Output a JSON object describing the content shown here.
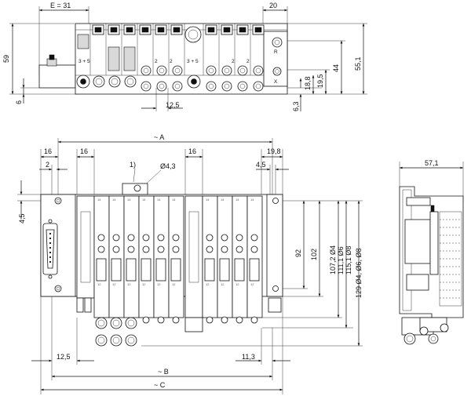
{
  "drawing": {
    "label_e31": "E = 31",
    "label_20": "20",
    "label_59": "59",
    "label_6": "6",
    "label_44": "44",
    "label_55_1": "55,1",
    "label_19_5": "19,5",
    "label_18_8": "18,8",
    "label_6_3": "6,3",
    "label_12_5_top": "12,5",
    "label_r": "R",
    "label_x": "X",
    "label_3plus5": "3 + 5",
    "label_2": "2",
    "label_a": "~ A",
    "label_16": "16",
    "label_19_8": "19,8",
    "label_2_small": "2",
    "label_note1": "1)",
    "label_d4_3": "Ø4,3",
    "label_4_5": "4,5",
    "label_92": "92",
    "label_102": "102",
    "label_107_2": "107,2 Ø4",
    "label_111_1": "111,1 Ø6",
    "label_115_1": "115,1 Ø8",
    "label_129": "129 Ø4, Ø6, Ø8",
    "label_12_5_bottom": "12,5",
    "label_11_3": "11,3",
    "label_b": "~ B",
    "label_c": "~ C",
    "label_57_1": "57,1",
    "label_14": "14",
    "label_12": "12"
  }
}
